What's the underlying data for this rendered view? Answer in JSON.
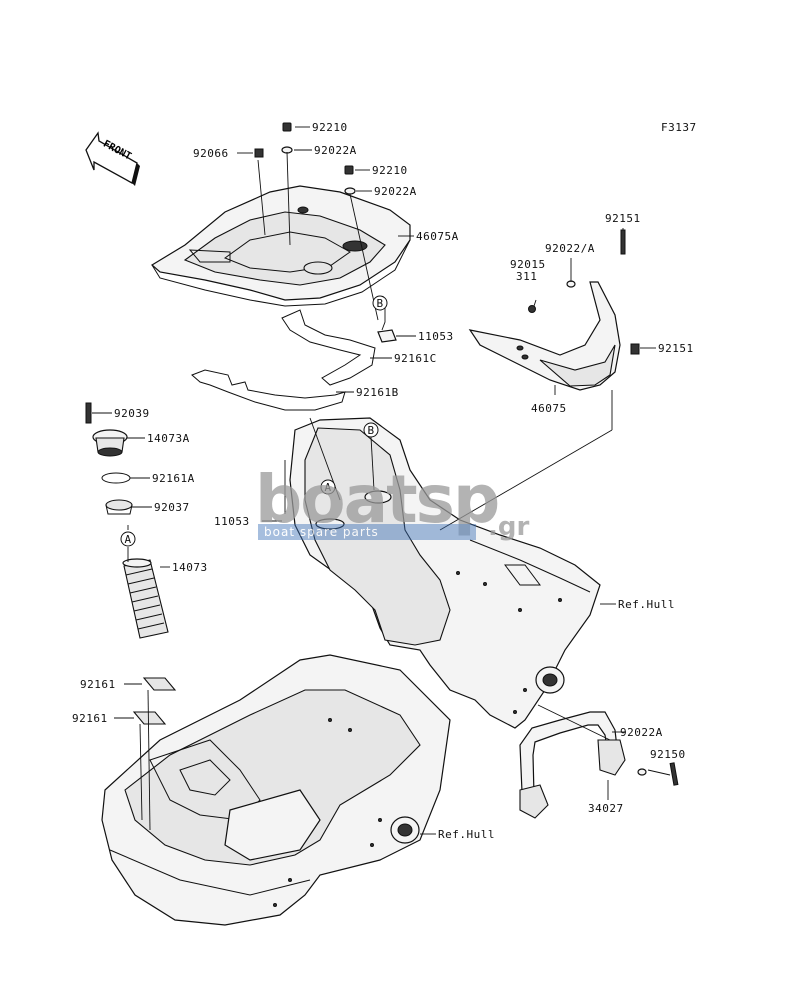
{
  "figure_code": "F3137",
  "front_arrow_label": "FRONT",
  "ref_callouts": [
    "A",
    "B"
  ],
  "watermark": {
    "brand_main": "boatsp",
    "brand_suffix": ".gr",
    "tagline": "boat spare parts"
  },
  "parts": [
    {
      "label": "92210"
    },
    {
      "label": "92066"
    },
    {
      "label": "92022A"
    },
    {
      "label": "92210"
    },
    {
      "label": "92022A"
    },
    {
      "label": "46075A"
    },
    {
      "label": "11053"
    },
    {
      "label": "92161C"
    },
    {
      "label": "92161B"
    },
    {
      "label": "92151"
    },
    {
      "label": "92022/A"
    },
    {
      "label": "92015"
    },
    {
      "label": "311"
    },
    {
      "label": "92151"
    },
    {
      "label": "46075"
    },
    {
      "label": "92039"
    },
    {
      "label": "14073A"
    },
    {
      "label": "92161A"
    },
    {
      "label": "92037"
    },
    {
      "label": "11053"
    },
    {
      "label": "14073"
    },
    {
      "label": "Ref.Hull"
    },
    {
      "label": "92161"
    },
    {
      "label": "92161"
    },
    {
      "label": "92022A"
    },
    {
      "label": "92150"
    },
    {
      "label": "34027"
    },
    {
      "label": "Ref.Hull"
    }
  ],
  "colors": {
    "line": "#111111",
    "watermark_gray": "#9a9a9a",
    "watermark_blue": "#3b6fb6"
  }
}
